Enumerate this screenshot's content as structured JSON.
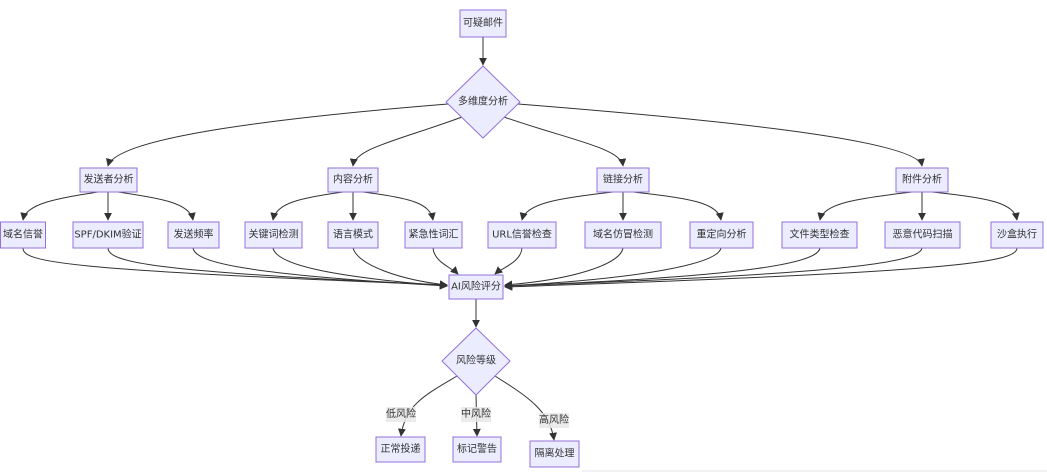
{
  "diagram": {
    "root": "可疑邮件",
    "hub": "多维度分析",
    "branches": [
      {
        "label": "发送者分析",
        "children": [
          "域名信誉",
          "SPF/DKIM验证",
          "发送频率"
        ]
      },
      {
        "label": "内容分析",
        "children": [
          "关键词检测",
          "语言模式",
          "紧急性词汇"
        ]
      },
      {
        "label": "链接分析",
        "children": [
          "URL信誉检查",
          "域名仿冒检测",
          "重定向分析"
        ]
      },
      {
        "label": "附件分析",
        "children": [
          "文件类型检查",
          "恶意代码扫描",
          "沙盒执行"
        ]
      }
    ],
    "scoring": "AI风险评分",
    "decision": "风险等级",
    "outcomes": [
      {
        "edge_label": "低风险",
        "label": "正常投递"
      },
      {
        "edge_label": "中风险",
        "label": "标记警告"
      },
      {
        "edge_label": "高风险",
        "label": "隔离处理"
      }
    ]
  },
  "colors": {
    "node_fill": "#ECECFF",
    "node_border": "#9370DB",
    "edge": "#333333",
    "edge_label_bg": "#E8E8E8"
  }
}
